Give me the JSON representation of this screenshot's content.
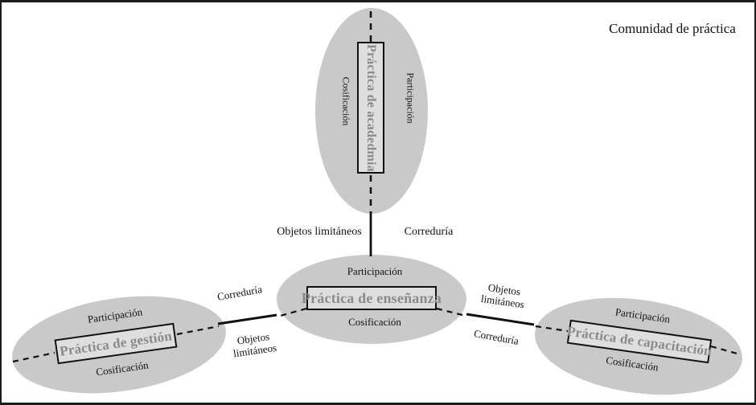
{
  "title": "Comunidad de práctica",
  "colors": {
    "ellipse_fill": "#c9c9c9",
    "box_fill": "#dedede",
    "box_border": "#111111",
    "box_text": "#8a8a8a",
    "line": "#111111",
    "text": "#111111",
    "frame": "#1c1c1c"
  },
  "practices": {
    "academia": {
      "label": "Práctica de acadedmia",
      "left_label": "Cosificación",
      "right_label": "Participación"
    },
    "ensenanza": {
      "label": "Práctica de enseñanza",
      "top_label": "Participación",
      "bottom_label": "Cosificación"
    },
    "gestion": {
      "label": "Práctica de gestión",
      "top_label": "Participación",
      "bottom_label": "Cosificación"
    },
    "capacitacion": {
      "label": "Práctica de capacitación",
      "top_label": "Participación",
      "bottom_label": "Cosificación"
    }
  },
  "connectors": {
    "academia_ensenanza": {
      "left_label": "Objetos limitáneos",
      "right_label": "Correduría"
    },
    "gestion_ensenanza": {
      "top_label": "Correduría",
      "bottom_label": "Objetos limitáneos"
    },
    "ensenanza_capacitacion": {
      "top_label": "Objetos limitáneos",
      "bottom_label": "Correduría"
    }
  }
}
